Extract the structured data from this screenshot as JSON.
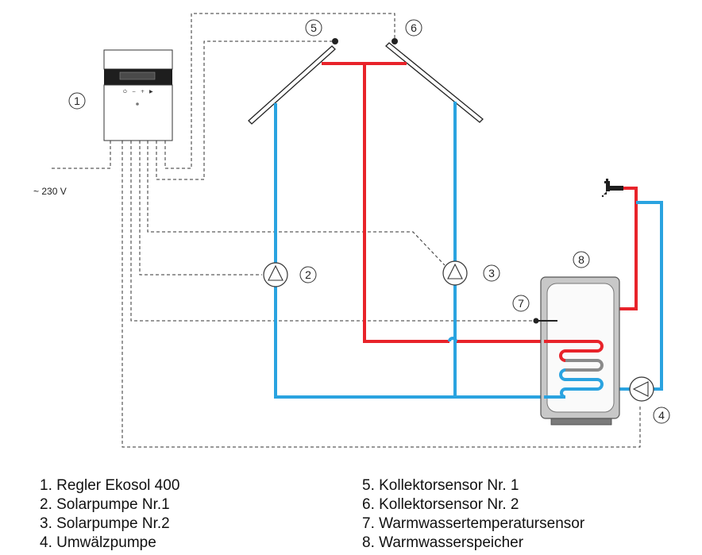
{
  "supply_label": "~ 230 V",
  "controller": {
    "button_glyphs": [
      "⏻",
      "−",
      "+",
      "▶"
    ]
  },
  "callouts": {
    "c1": "1",
    "c2": "2",
    "c3": "3",
    "c4": "4",
    "c5": "5",
    "c6": "6",
    "c7": "7",
    "c8": "8"
  },
  "legend": {
    "left": [
      "1. Regler Ekosol 400",
      "2. Solarpumpe Nr.1",
      "3. Solarpumpe Nr.2",
      "4. Umwälzpumpe"
    ],
    "right": [
      "5. Kollektorsensor Nr. 1",
      "6. Kollektorsensor Nr. 2",
      "7. Warmwassertemperatursensor",
      "8. Warmwasserspeicher"
    ]
  },
  "colors": {
    "hot": "#e8232a",
    "cold": "#2aa3e0",
    "wire": "#333333",
    "tank": "#c8c8c8"
  }
}
